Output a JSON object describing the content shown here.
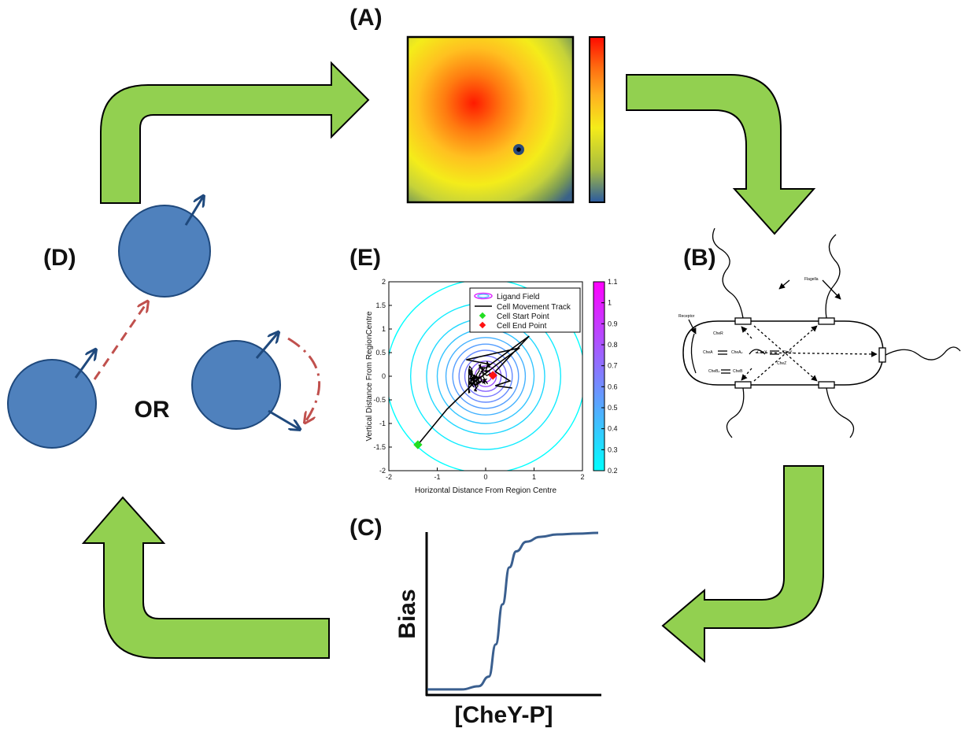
{
  "panels": {
    "a": "(A)",
    "b": "(B)",
    "c": "(C)",
    "d": "(D)",
    "e": "(E)"
  },
  "panel_d": {
    "or_text": "OR"
  },
  "panel_b": {
    "flagella_label": "Flagella",
    "receptor_label": "Receptor",
    "chea": "CheA",
    "chea_p": "CheAₚ",
    "chey": "CheY",
    "chey_p": "CheYₚ",
    "cher": "CheR",
    "cheb": "CheB",
    "cheb_p": "CheBₚ",
    "chez": "CheZ"
  },
  "panel_c": {
    "xlabel": "[CheY-P]",
    "ylabel": "Bias"
  },
  "colors": {
    "arrow_green": "#92d050",
    "cell_blue": "#4f81bd",
    "arrow_dark_blue": "#1f497d",
    "dashed_red": "#c0504d",
    "curve_blue": "#3a5f8f"
  },
  "chart_data": [
    {
      "type": "scatter",
      "xlabel": "Horizontal Distance From Region Centre",
      "ylabel": "Vertical Distance From RegionCentre",
      "xlim": [
        -2,
        2
      ],
      "ylim": [
        -2,
        2
      ],
      "x_ticks": [
        "-2",
        "-1",
        "0",
        "1",
        "2"
      ],
      "y_ticks": [
        "2",
        "1.5",
        "1",
        "0.5",
        "0",
        "-0.5",
        "-1",
        "-1.5",
        "-2"
      ],
      "colorbar_ticks": [
        "1.1",
        "1",
        "0.9",
        "0.8",
        "0.7",
        "0.6",
        "0.5",
        "0.4",
        "0.3",
        "0.2"
      ],
      "colorbar_range": [
        0.2,
        1.1
      ],
      "legend": [
        "Ligand Field",
        "Cell Movement Track",
        "Cell Start Point",
        "Cell End Point"
      ],
      "legend_position": "top-right",
      "contour_radii": [
        0.12,
        0.22,
        0.32,
        0.43,
        0.55,
        0.68,
        0.82,
        1.0,
        1.22,
        1.55,
        2.05
      ],
      "track": [
        [
          -1.4,
          -1.45
        ],
        [
          -0.8,
          -0.7
        ],
        [
          -0.2,
          -0.1
        ],
        [
          0.3,
          0.3
        ],
        [
          0.7,
          0.6
        ],
        [
          -0.4,
          0.35
        ],
        [
          0.1,
          0.25
        ],
        [
          0.9,
          0.85
        ],
        [
          0.2,
          0.1
        ],
        [
          0.5,
          -0.1
        ],
        [
          0.2,
          -0.2
        ],
        [
          0.55,
          -0.25
        ]
      ],
      "start_point": [
        -1.4,
        -1.45
      ],
      "end_point": [
        0.15,
        0.02
      ]
    },
    {
      "type": "line",
      "xlabel": "[CheY-P]",
      "ylabel": "Bias",
      "x": [
        0,
        0.1,
        0.2,
        0.3,
        0.36,
        0.4,
        0.44,
        0.48,
        0.52,
        0.58,
        0.66,
        0.76,
        0.88,
        1.0
      ],
      "y": [
        0.02,
        0.02,
        0.02,
        0.04,
        0.1,
        0.3,
        0.55,
        0.78,
        0.88,
        0.94,
        0.97,
        0.985,
        0.99,
        0.995
      ]
    }
  ]
}
